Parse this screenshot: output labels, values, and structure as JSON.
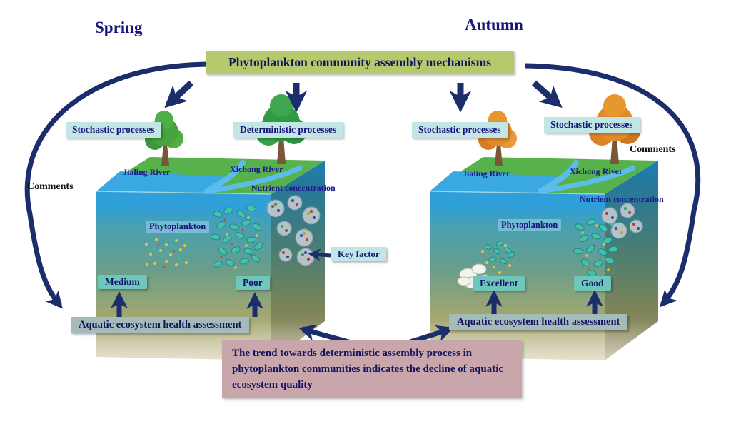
{
  "title": "Phytoplankton community assembly mechanisms",
  "comments": {
    "left": "Comments",
    "right": "Comments"
  },
  "key_factor": "Key factor",
  "conclusion": "The trend towards deterministic assembly process in phytoplankton communities indicates the decline of aquatic ecosystem quality",
  "spring": {
    "season": "Spring",
    "process_left": "Stochastic processes",
    "process_right": "Deterministic processes",
    "river_left": "Jialing River",
    "river_right": "Xichong River",
    "nutrient": "Nutrient concentration",
    "phytoplankton": "Phytoplankton",
    "rating_left": "Medium",
    "rating_right": "Poor",
    "assessment": "Aquatic ecosystem health assessment"
  },
  "autumn": {
    "season": "Autumn",
    "process_left": "Stochastic processes",
    "process_right": "Stochastic processes",
    "river_left": "Jialing River",
    "river_right": "Xichong River",
    "nutrient": "Nutrient concentration",
    "phytoplankton": "Phytoplankton",
    "rating_left": "Excellent",
    "rating_right": "Good",
    "assessment": "Aquatic ecosystem health assessment"
  },
  "colors": {
    "title_bg": "#b6c96c",
    "process_bg": "#c2e6e6",
    "rating_bg": "#6fc6ba",
    "assessment_bg": "#a3bcba",
    "conclusion_bg": "#c9a6ab",
    "arrow_navy": "#1b2d6b",
    "label_navy": "#1a1a8c",
    "spring_tree": "#3fa046",
    "autumn_tree": "#e08a2b",
    "water": "#35a5e0",
    "phytoplankton_cell": "#44bfb0"
  }
}
